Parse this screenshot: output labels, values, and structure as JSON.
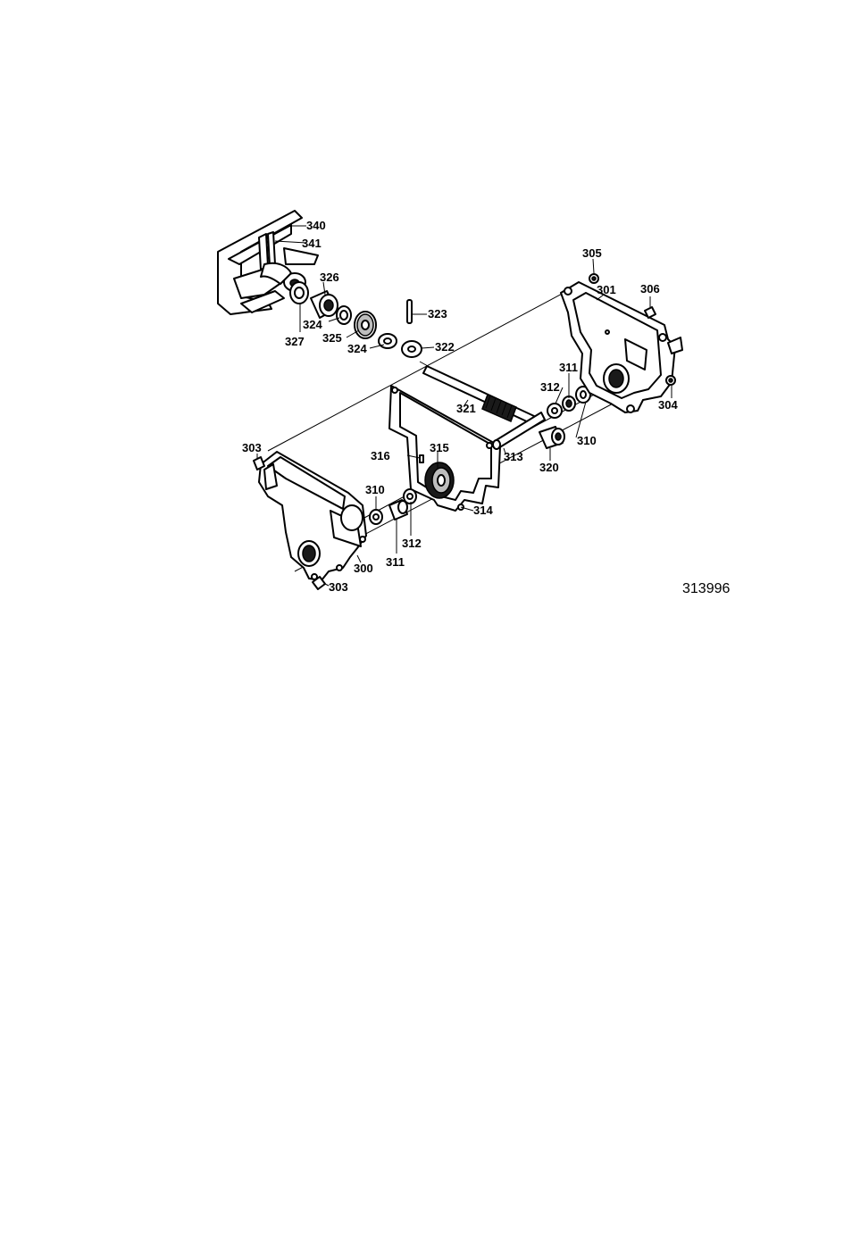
{
  "figure_number": "313996",
  "callouts": [
    {
      "id": "c340",
      "text": "340"
    },
    {
      "id": "c341",
      "text": "341"
    },
    {
      "id": "c326",
      "text": "326"
    },
    {
      "id": "c327",
      "text": "327"
    },
    {
      "id": "c324a",
      "text": "324"
    },
    {
      "id": "c325",
      "text": "325"
    },
    {
      "id": "c324b",
      "text": "324"
    },
    {
      "id": "c323",
      "text": "323"
    },
    {
      "id": "c322",
      "text": "322"
    },
    {
      "id": "c305",
      "text": "305"
    },
    {
      "id": "c301",
      "text": "301"
    },
    {
      "id": "c306",
      "text": "306"
    },
    {
      "id": "c311a",
      "text": "311"
    },
    {
      "id": "c312a",
      "text": "312"
    },
    {
      "id": "c304",
      "text": "304"
    },
    {
      "id": "c321",
      "text": "321"
    },
    {
      "id": "c310a",
      "text": "310"
    },
    {
      "id": "c313",
      "text": "313"
    },
    {
      "id": "c320",
      "text": "320"
    },
    {
      "id": "c303a",
      "text": "303"
    },
    {
      "id": "c316",
      "text": "316"
    },
    {
      "id": "c315",
      "text": "315"
    },
    {
      "id": "c310b",
      "text": "310"
    },
    {
      "id": "c314",
      "text": "314"
    },
    {
      "id": "c312b",
      "text": "312"
    },
    {
      "id": "c311b",
      "text": "311"
    },
    {
      "id": "c300",
      "text": "300"
    },
    {
      "id": "c303b",
      "text": "303"
    }
  ]
}
